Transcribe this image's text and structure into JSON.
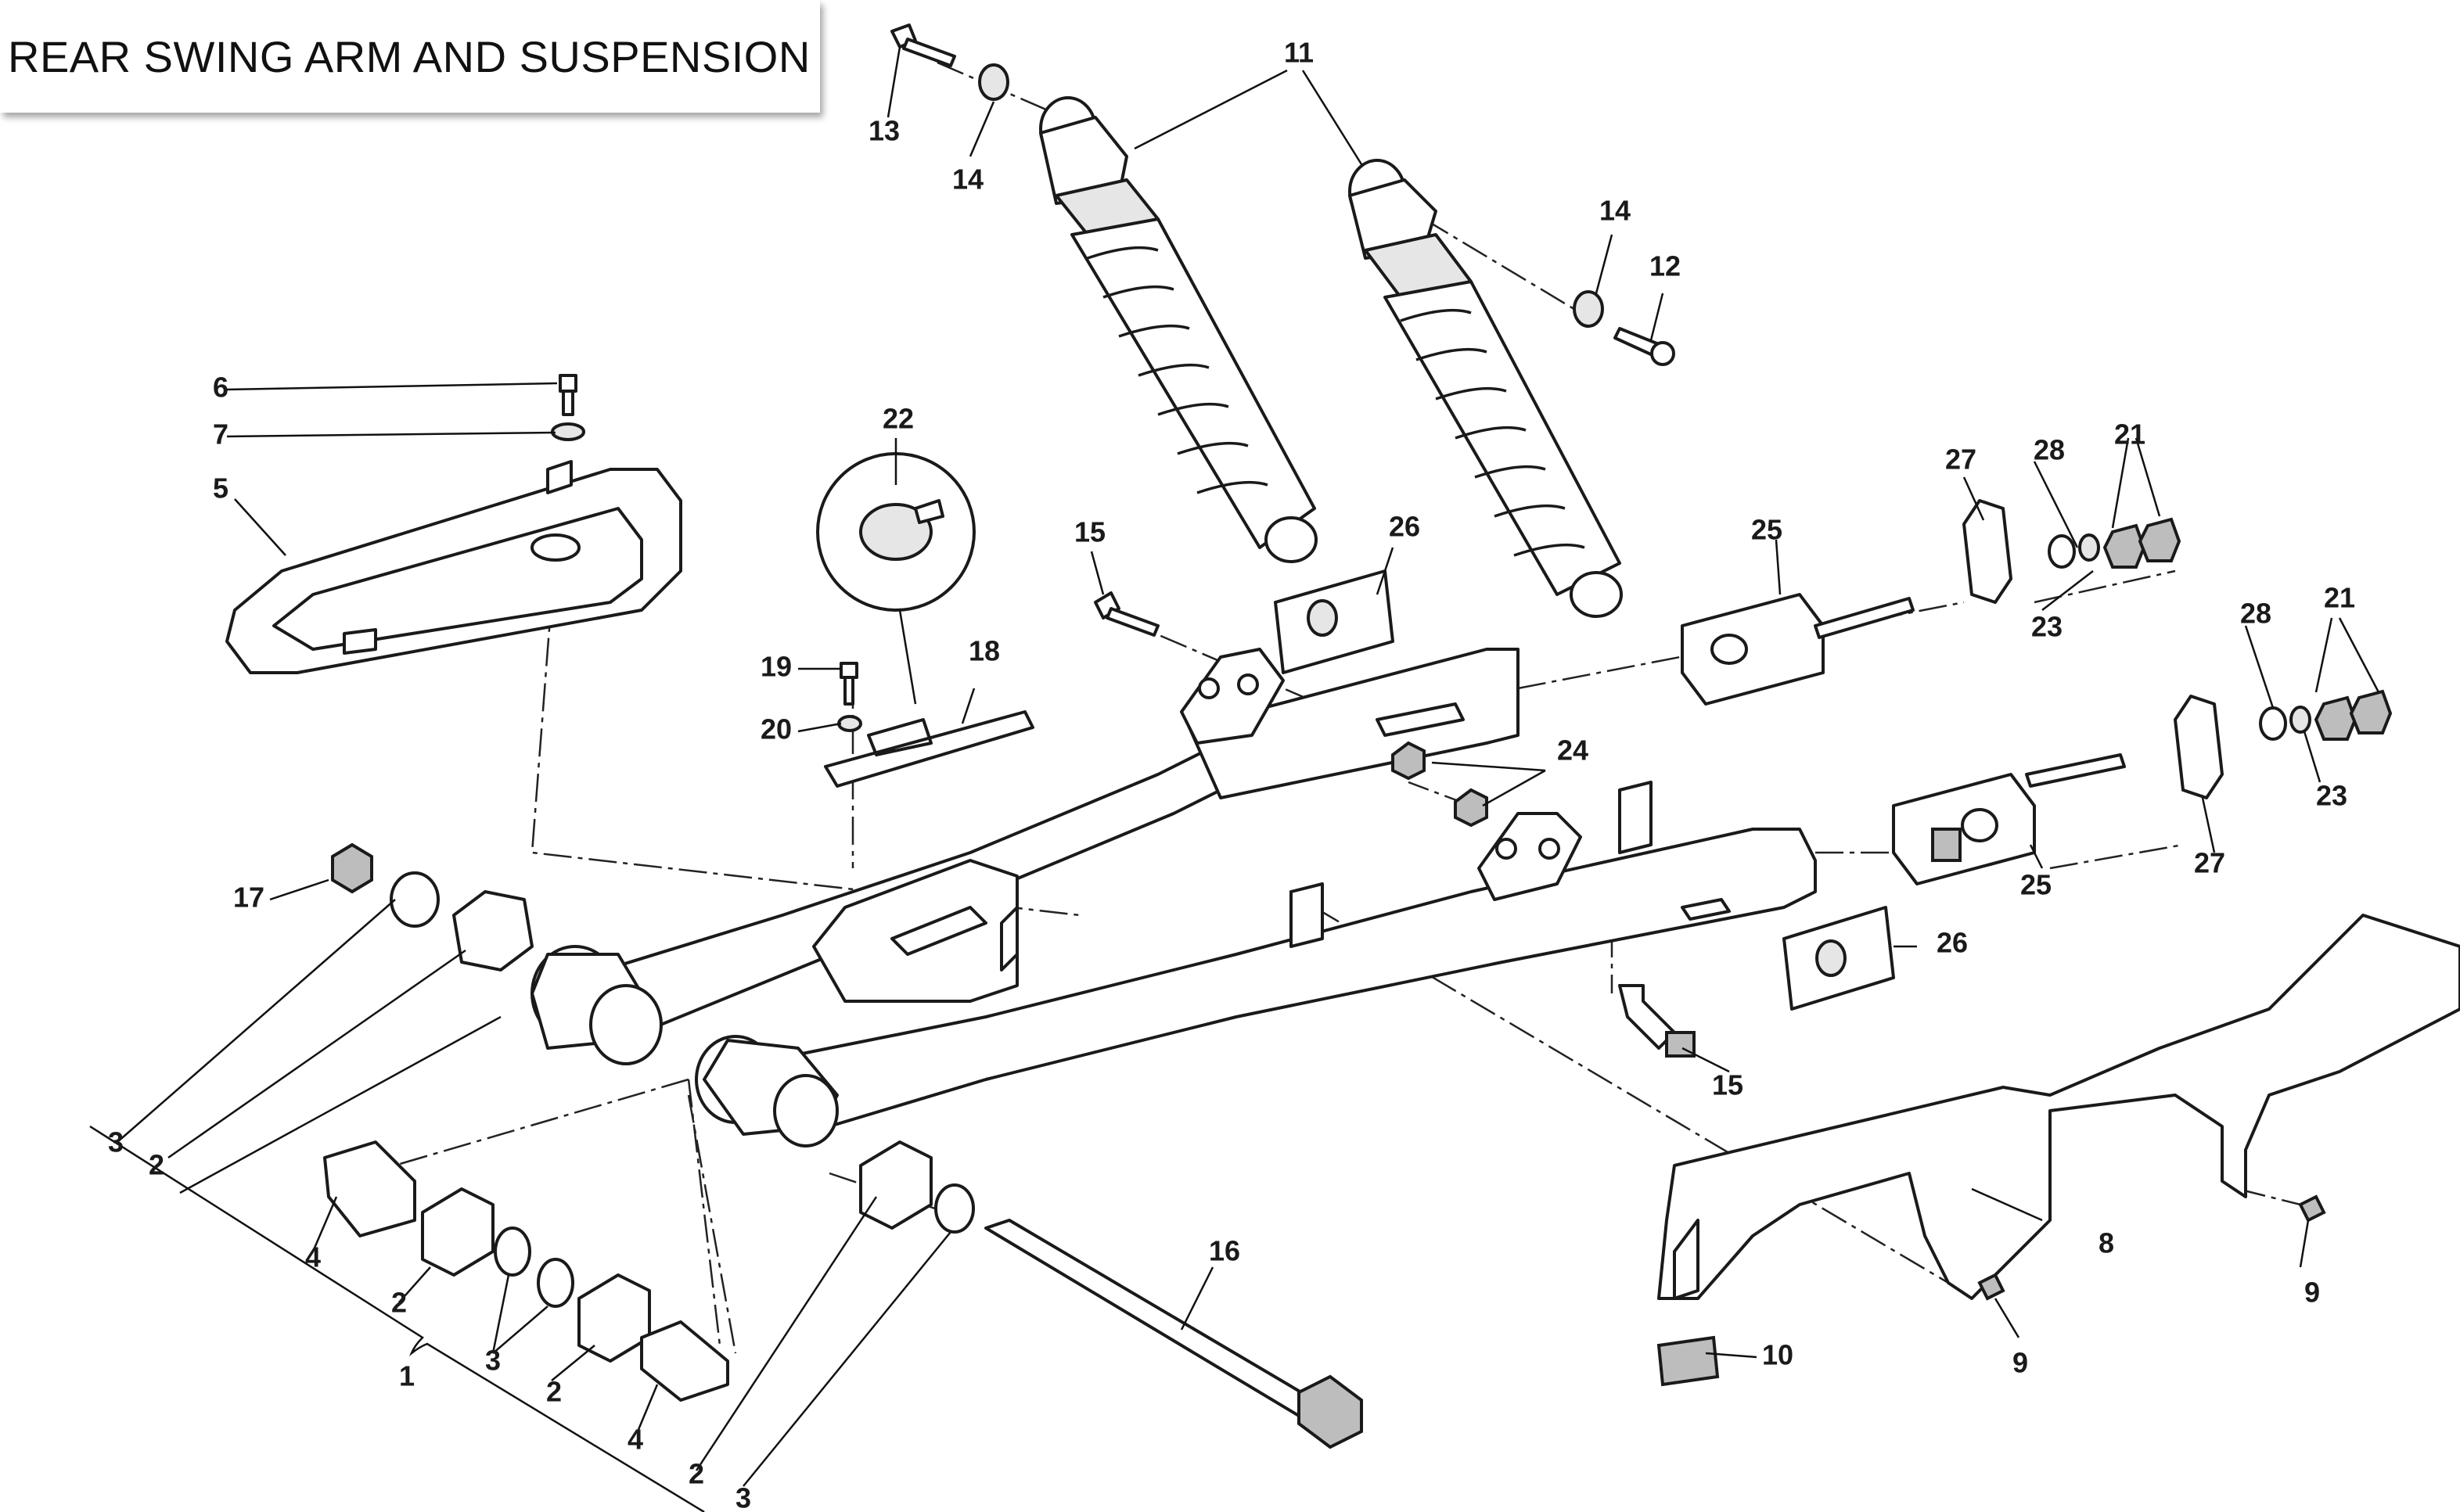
{
  "title": "REAR SWING ARM AND SUSPENSION",
  "callouts": {
    "c1": "1",
    "c2": "2",
    "c3": "3",
    "c4": "4",
    "c5": "5",
    "c6": "6",
    "c7": "7",
    "c8": "8",
    "c9": "9",
    "c10": "10",
    "c11": "11",
    "c12": "12",
    "c13": "13",
    "c14": "14",
    "c15": "15",
    "c16": "16",
    "c17": "17",
    "c18": "18",
    "c19": "19",
    "c20": "20",
    "c21": "21",
    "c22": "22",
    "c23": "23",
    "c24": "24",
    "c25": "25",
    "c26": "26",
    "c27": "27",
    "c28": "28"
  }
}
